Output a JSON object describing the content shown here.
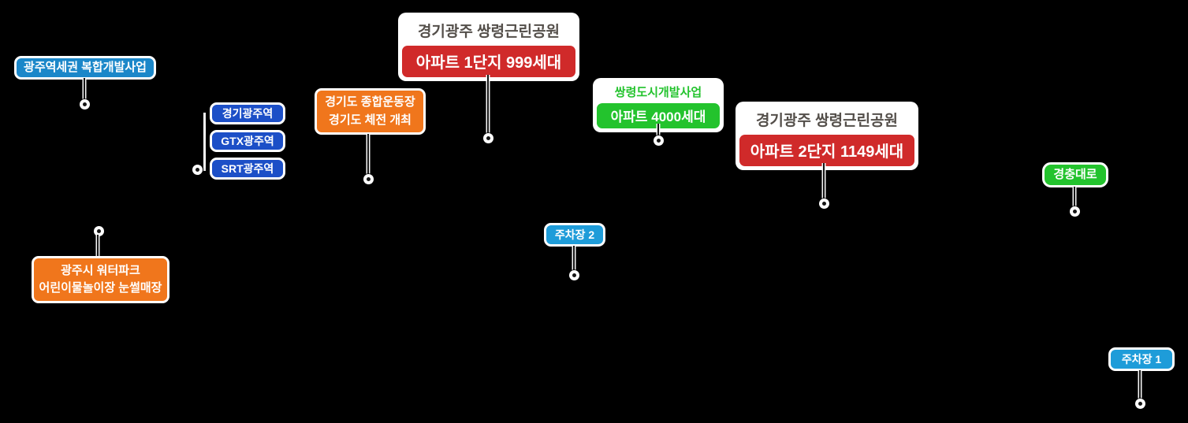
{
  "background_color": "#000000",
  "callouts": {
    "gwangju_station_area": {
      "label": "광주역세권 복합개발사업",
      "color": "#1b87c9"
    },
    "stations": {
      "color": "#1c4fc7",
      "items": [
        {
          "label": "경기광주역"
        },
        {
          "label": "GTX광주역"
        },
        {
          "label": "SRT광주역"
        }
      ]
    },
    "sports_complex": {
      "line1": "경기도 종합운동장",
      "line2": "경기도 체전 개최",
      "color": "#f0761c"
    },
    "park_complex_1": {
      "title": "경기광주 쌍령근린공원",
      "value": "아파트 1단지  999세대",
      "title_color": "#544f4a",
      "value_color": "#d02a2a"
    },
    "ssangnyeong_dev": {
      "title": "쌍령도시개발사업",
      "value": "아파트  4000세대",
      "color": "#23c32d"
    },
    "park_complex_2": {
      "title": "경기광주 쌍령근린공원",
      "value": "아파트 2단지 1149세대",
      "title_color": "#544f4a",
      "value_color": "#d02a2a"
    },
    "gyeongchung_daero": {
      "label": "경충대로",
      "color": "#23c32d"
    },
    "parking_2": {
      "label": "주차장 2",
      "color": "#1e9cd9"
    },
    "waterpark": {
      "line1": "광주시 워터파크",
      "line2": "어린이물놀이장 눈썰매장",
      "color": "#f0761c"
    },
    "parking_1": {
      "label": "주차장 1",
      "color": "#1e9cd9"
    }
  }
}
